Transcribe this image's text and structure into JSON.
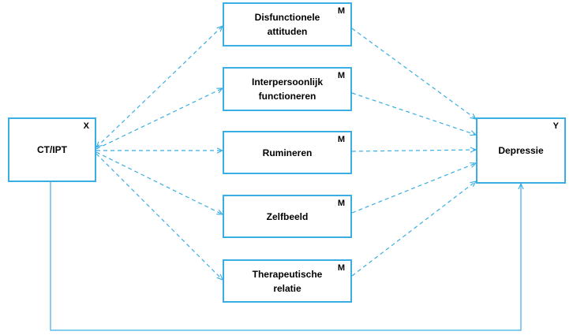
{
  "diagram": {
    "x_node": {
      "label": "CT/IPT",
      "tag": "X"
    },
    "y_node": {
      "label": "Depressie",
      "tag": "Y"
    },
    "mediators": [
      {
        "label": "Disfunctionele\nattituden",
        "tag": "M"
      },
      {
        "label": "Interpersoonlijk\nfunctioneren",
        "tag": "M"
      },
      {
        "label": "Rumineren",
        "tag": "M"
      },
      {
        "label": "Zelfbeeld",
        "tag": "M"
      },
      {
        "label": "Therapeutische\nrelatie",
        "tag": "M"
      }
    ],
    "colors": {
      "line": "#3aaee3",
      "text": "#000000"
    }
  }
}
